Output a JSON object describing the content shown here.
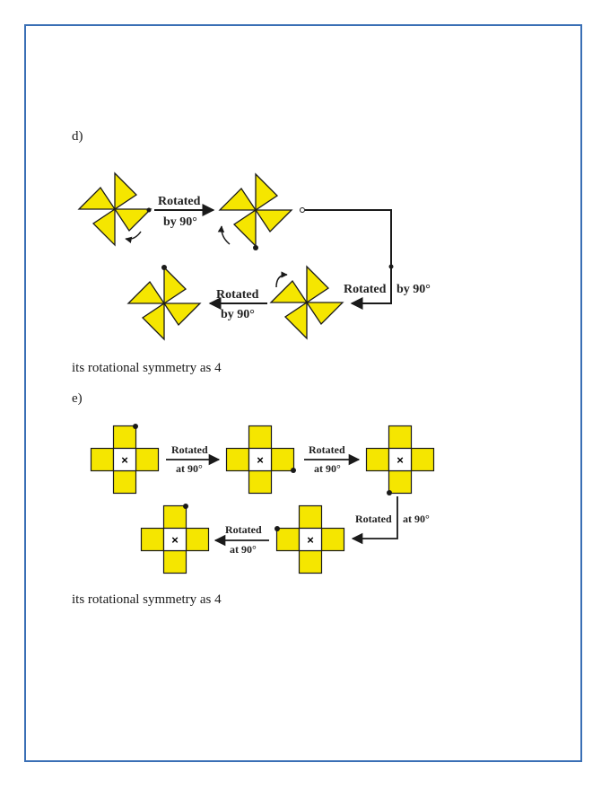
{
  "section_d": {
    "label": "d)",
    "arrow_labels": [
      {
        "line1": "Rotated",
        "line2": "by 90°"
      },
      {
        "line1": "Rotated",
        "line2": "by 90°"
      },
      {
        "line1": "Rotated",
        "line2": "by 90°"
      }
    ],
    "caption": "its rotational symmetry as 4"
  },
  "section_e": {
    "label": "e)",
    "arrow_labels": [
      {
        "line1": "Rotated",
        "line2": "at 90°"
      },
      {
        "line1": "Rotated",
        "line2": "at 90°"
      },
      {
        "line1": "Rotated",
        "line2": "at 90°"
      },
      {
        "line1": "Rotated",
        "line2": "at 90°"
      }
    ],
    "center_mark": "×",
    "caption": "its rotational symmetry as 4"
  },
  "colors": {
    "fill": "#f5e600",
    "stroke": "#1a1a1a",
    "border": "#3a6fb5"
  }
}
